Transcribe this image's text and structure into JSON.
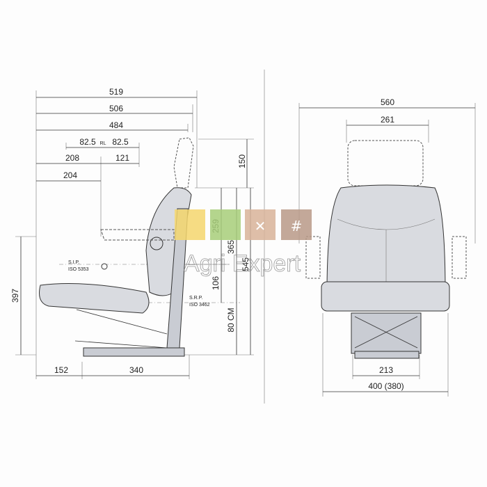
{
  "side_view": {
    "dims": {
      "d519": "519",
      "d506": "506",
      "d484": "484",
      "d82_5_left": "82.5",
      "rl": "RL",
      "d82_5_right": "82.5",
      "d208": "208",
      "d121": "121",
      "d204": "204",
      "d150": "150",
      "d259": "259",
      "d365": "365",
      "d545": "545",
      "d106": "106",
      "d80cm": "80 CM",
      "d397": "397",
      "d152": "152",
      "d340": "340"
    },
    "sip_label": "S.I.P.",
    "sip_iso": "ISO 5353",
    "srp_label": "S.R.P.",
    "srp_iso": "ISO 3462"
  },
  "front_view": {
    "dims": {
      "d560": "560",
      "d261": "261",
      "d213": "213",
      "d400": "400 (380)"
    }
  },
  "watermark": {
    "text": "Agri Expert",
    "tile_colors": [
      "#f5d76e",
      "#a8cf7a",
      "#d9b49a",
      "#b99a88"
    ]
  }
}
